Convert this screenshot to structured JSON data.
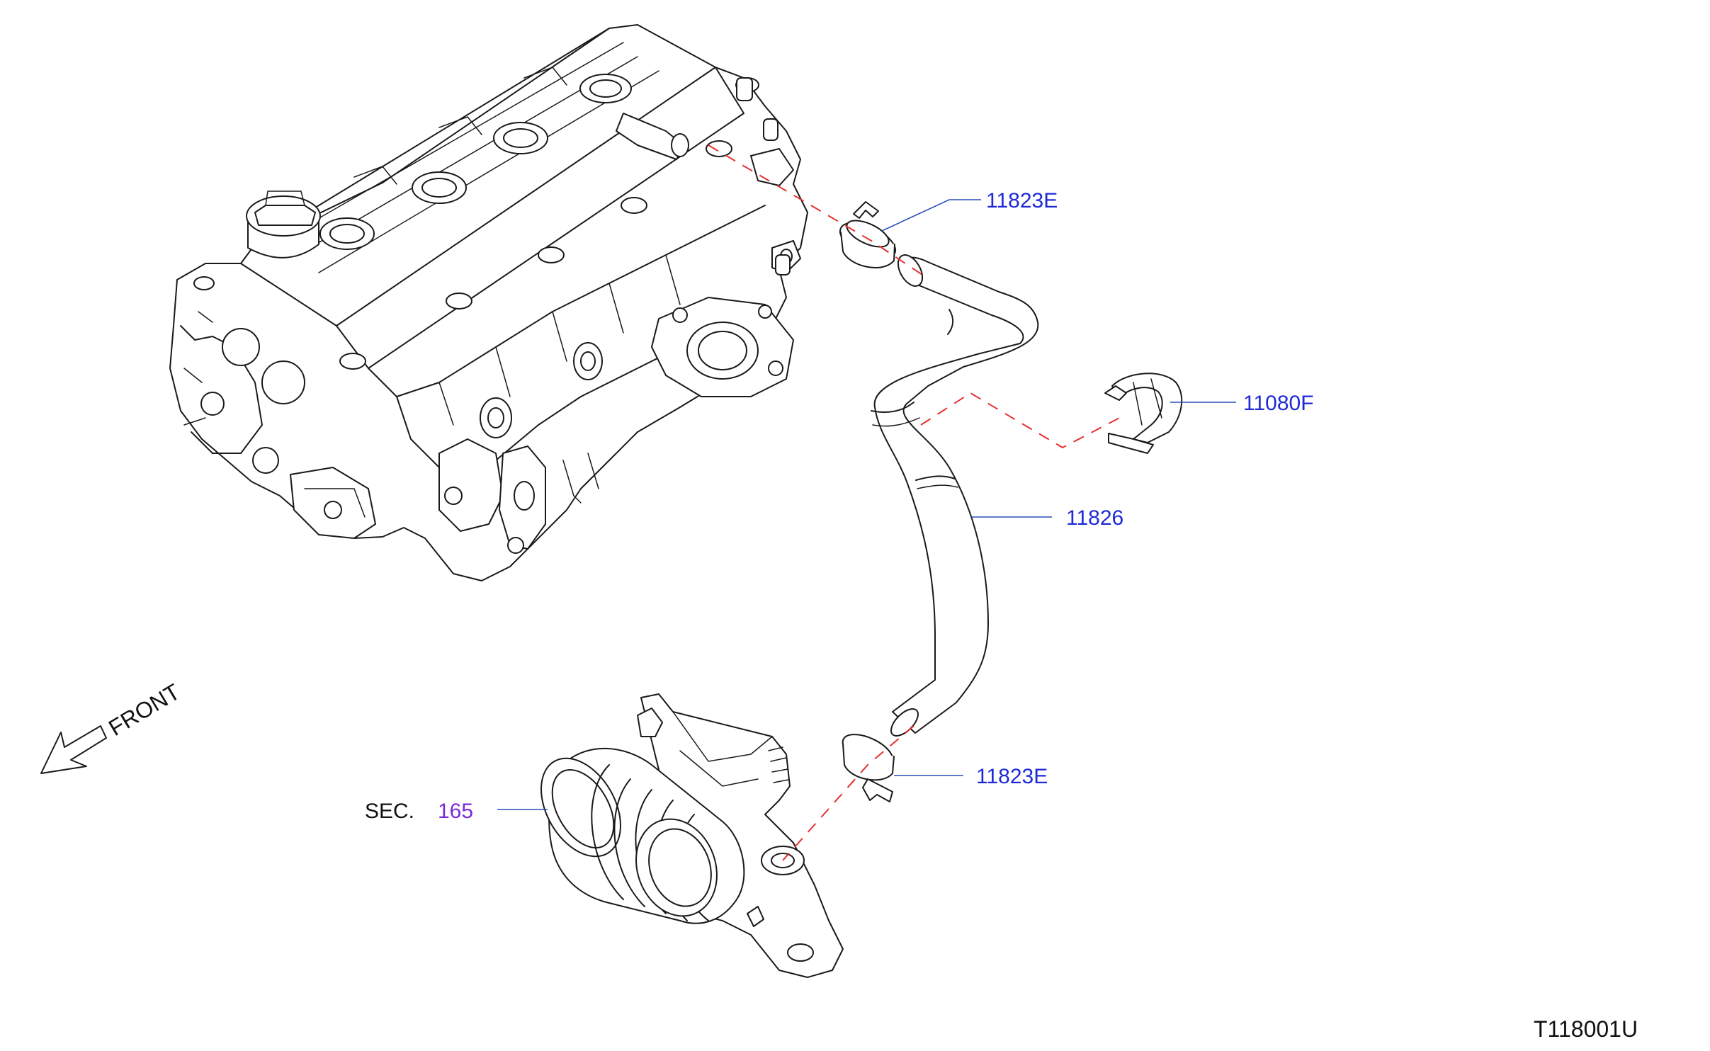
{
  "colors": {
    "part_number": "#1f2ad6",
    "section_number": "#7a2ad6",
    "leader_line": "#2b4fb5",
    "connection_dash": "#e53030",
    "linework": "#1a1a1a"
  },
  "callouts": {
    "clamp_upper": "11823E",
    "clip": "11080F",
    "hose": "11826",
    "clamp_lower": "11823E"
  },
  "section_ref": {
    "prefix": "SEC.",
    "number": "165"
  },
  "direction": {
    "label": "FRONT"
  },
  "drawing_id": "T118001U"
}
